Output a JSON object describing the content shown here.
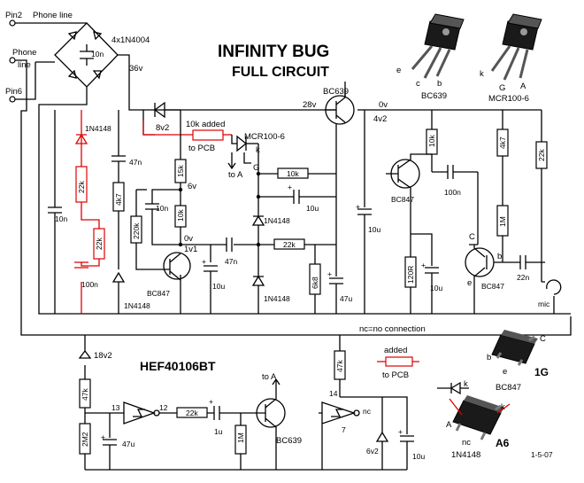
{
  "title": "INFINITY BUG",
  "subtitle": "FULL CIRCUIT",
  "ic_name": "HEF40106BT",
  "date": "1-5-07",
  "nc_note": "nc=no connection",
  "pins": {
    "pin2": "Pin2",
    "phone_line_top": "Phone line",
    "phone_line_left_1": "Phone",
    "phone_line_left_2": "line",
    "pin6": "Pin6"
  },
  "bridge": {
    "part": "4x1N4004",
    "cap": "10n",
    "voltage": "36v"
  },
  "added_notes": {
    "pcb_resistor": "10k added",
    "to_pcb": "to PCB",
    "legend_added": "added",
    "legend_to_pcb": "to PCB"
  },
  "nodes": {
    "v28": "28v",
    "v0_top": "0v",
    "v4_2": "4v2",
    "v6": "6v",
    "v0_mid": "0v",
    "v1_1": "1v1",
    "to_a_1": "to A",
    "to_a_2": "to A"
  },
  "components": {
    "z8v2": "8v2",
    "d1n4148_red": "1N4148",
    "r22k_red_1": "22k",
    "r22k_red_2": "22k",
    "c100n_red": "100n",
    "c10n_left": "10n",
    "c47n_a": "47n",
    "r4k7_a": "4k7",
    "r15k": "15k",
    "c10n_b": "10n",
    "r10k_b": "10k",
    "r220k": "220k",
    "q1": "BC847",
    "d1n4148_a": "1N4148",
    "c47n_b": "47n",
    "c10u_a": "10u",
    "scr": "MCR100-6",
    "scr_k": "k",
    "scr_g": "G",
    "r10k_c": "10k",
    "c10u_b": "10u",
    "d1n4148_b": "1N4148",
    "r22k_c": "22k",
    "d1n4148_c": "1N4148",
    "r6k8": "6k8",
    "c47u_a": "47u",
    "q_bc639": "BC639",
    "c10u_c": "10u",
    "r10k_d": "10k",
    "q2": "BC847",
    "c100n_b": "100n",
    "r4k7_b": "4k7",
    "r22k_d": "22k",
    "r1m_a": "1M",
    "r120r": "120R",
    "c10u_d": "10u",
    "q3": "BC847",
    "q3_c": "C",
    "q3_b": "b",
    "q3_e": "e",
    "c22n": "22n",
    "mic": "mic",
    "z18v2": "18v2",
    "r47k_a": "47k",
    "r2m2": "2M2",
    "c47u_b": "47u",
    "pin13": "13",
    "pin12": "12",
    "r22k_e": "22k",
    "c1u": "1u",
    "r1m_b": "1M",
    "q_bc639_b": "BC639",
    "r47k_b": "47k",
    "pin14": "14",
    "pin7": "7",
    "nc": "nc",
    "z6v2": "6v2",
    "c10u_e": "10u"
  },
  "packages": {
    "bc639_name": "BC639",
    "bc639_e": "e",
    "bc639_c": "c",
    "bc639_b": "b",
    "mcr_name": "MCR100-6",
    "mcr_k": "k",
    "mcr_g": "G",
    "mcr_a": "A",
    "sot_bc847_code": "1G",
    "sot_bc847_b": "b",
    "sot_bc847_e": "e",
    "sot_bc847_c": "C",
    "sot_bc847_name": "BC847",
    "sot_1n4148_code": "A6",
    "sot_1n4148_k1": "k",
    "sot_1n4148_k2": "k",
    "sot_1n4148_a": "A",
    "sot_1n4148_nc": "nc",
    "sot_1n4148_name": "1N4148"
  }
}
